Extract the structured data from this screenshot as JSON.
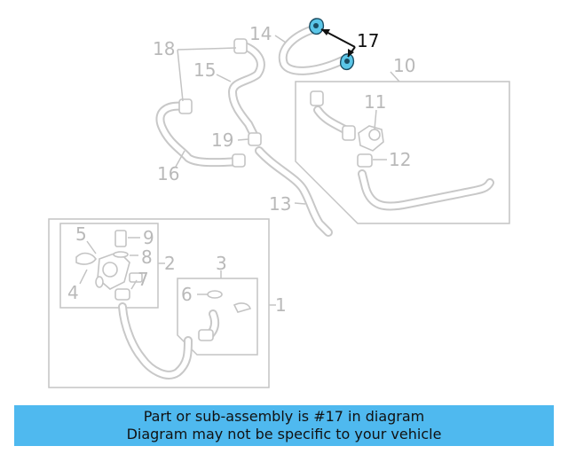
{
  "diagram": {
    "highlighted_part": "17",
    "callouts": {
      "c1": "1",
      "c2": "2",
      "c3": "3",
      "c4": "4",
      "c5": "5",
      "c6": "6",
      "c7": "7",
      "c8": "8",
      "c9": "9",
      "c10": "10",
      "c11": "11",
      "c12": "12",
      "c13": "13",
      "c14": "14",
      "c15": "15",
      "c16": "16",
      "c17": "17",
      "c18": "18",
      "c19": "19"
    },
    "colors": {
      "highlight": "#5bc6e8",
      "banner": "#4fb9ef",
      "line_art": "#c4c4c4"
    }
  },
  "banner": {
    "line1": "Part or sub-assembly is #17 in diagram",
    "line2": "Diagram may not be specific to your vehicle"
  }
}
